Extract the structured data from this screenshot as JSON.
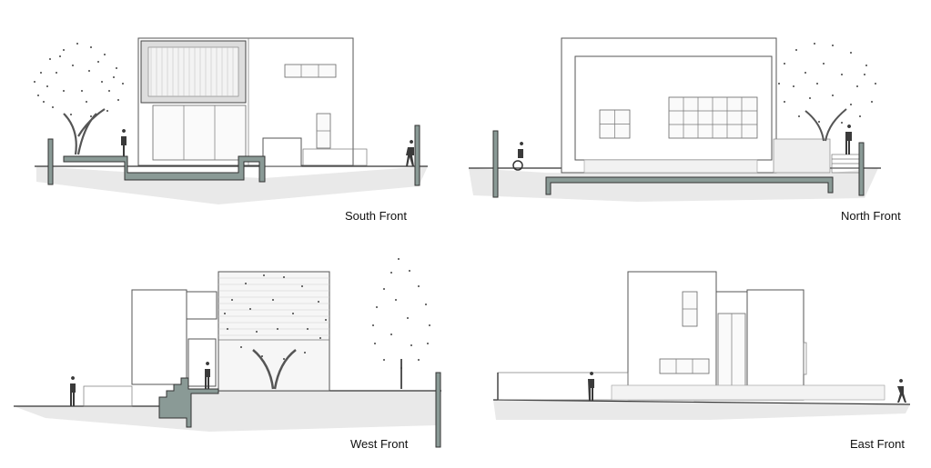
{
  "labels": {
    "south": "South Front",
    "north": "North Front",
    "west": "West Front",
    "east": "East Front"
  },
  "colors": {
    "ground_fill": "#e9e9e9",
    "wall_section": "#8a9a96",
    "figure": "#3a3a3a",
    "line": "#555555"
  },
  "icons": [
    "tree-icon",
    "person-icon",
    "bicycle-icon"
  ]
}
